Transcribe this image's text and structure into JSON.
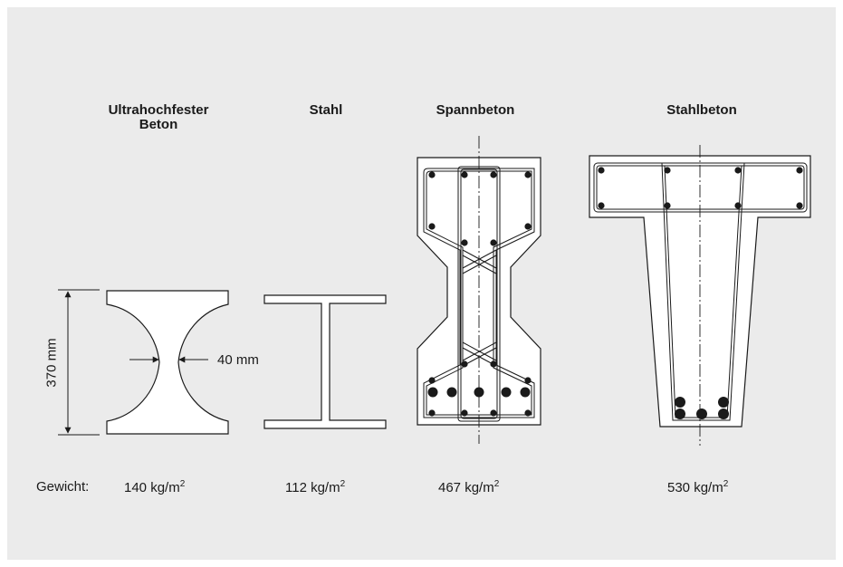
{
  "headers": {
    "uhpc_line1": "Ultrahochfester",
    "uhpc_line2": "Beton",
    "steel": "Stahl",
    "prestressed": "Spannbeton",
    "reinforced": "Stahlbeton"
  },
  "dimensions": {
    "height": "370 mm",
    "web": "40 mm"
  },
  "weights": {
    "label": "Gewicht:",
    "uhpc": "140 kg/m",
    "steel": "112 kg/m",
    "prestressed": "467 kg/m",
    "reinforced": "530 kg/m",
    "exponent": "2"
  },
  "colors": {
    "background": "#ebebeb",
    "section_fill": "#ffffff",
    "line": "#1a1a1a"
  }
}
